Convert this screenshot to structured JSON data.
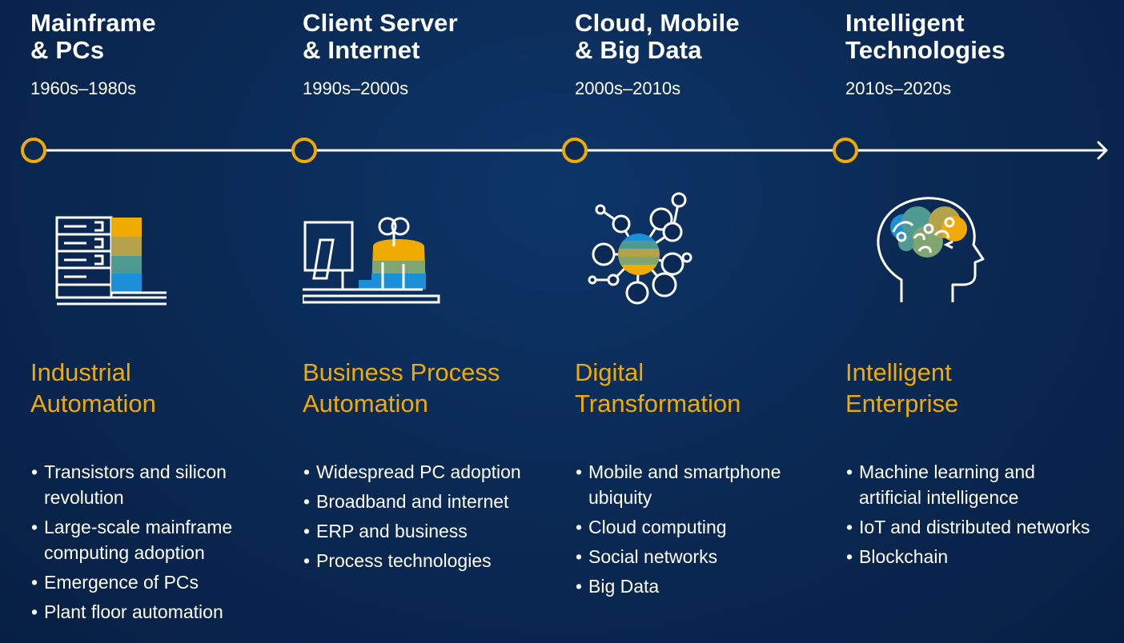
{
  "colors": {
    "background": "#0a2a55",
    "accent": "#f0ab00",
    "text": "#ffffff"
  },
  "timeline": {
    "marker_icon": "ring-marker-icon",
    "arrow_icon": "arrow-right-icon"
  },
  "eras": [
    {
      "title": "Mainframe\n& PCs",
      "years": "1960s–1980s",
      "icon": "mainframe-icon",
      "phase": "Industrial\nAutomation",
      "bullets": [
        "Transistors and silicon revolution",
        "Large-scale mainframe computing adoption",
        "Emergence of PCs",
        "Plant floor automation"
      ]
    },
    {
      "title": "Client Server\n& Internet",
      "years": "1990s–2000s",
      "icon": "desktop-worker-icon",
      "phase": "Business Process\nAutomation",
      "bullets": [
        "Widespread PC adoption",
        "Broadband and internet",
        "ERP and business",
        "Process technologies"
      ]
    },
    {
      "title": "Cloud, Mobile\n& Big Data",
      "years": "2000s–2010s",
      "icon": "network-nodes-icon",
      "phase": "Digital\nTransformation",
      "bullets": [
        "Mobile and smartphone ubiquity",
        "Cloud computing",
        "Social networks",
        "Big Data"
      ]
    },
    {
      "title": "Intelligent\nTechnologies",
      "years": "2010s–2020s",
      "icon": "head-brain-icon",
      "phase": "Intelligent\nEnterprise",
      "bullets": [
        "Machine learning and artificial intelligence",
        "IoT and distributed networks",
        "Blockchain"
      ]
    }
  ]
}
